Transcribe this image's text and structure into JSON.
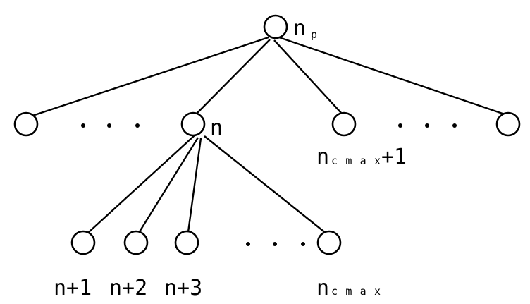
{
  "diagram": {
    "parent_label": {
      "main": "n",
      "sub": "p"
    },
    "node_n_label": "n",
    "right_child_label": {
      "main": "n",
      "sub": "cmax",
      "suffix": "+1"
    },
    "bottom_labels": {
      "n1": "n+1",
      "n2": "n+2",
      "n3": "n+3",
      "ncmax_main": "n",
      "ncmax_sub": "cmax"
    }
  }
}
